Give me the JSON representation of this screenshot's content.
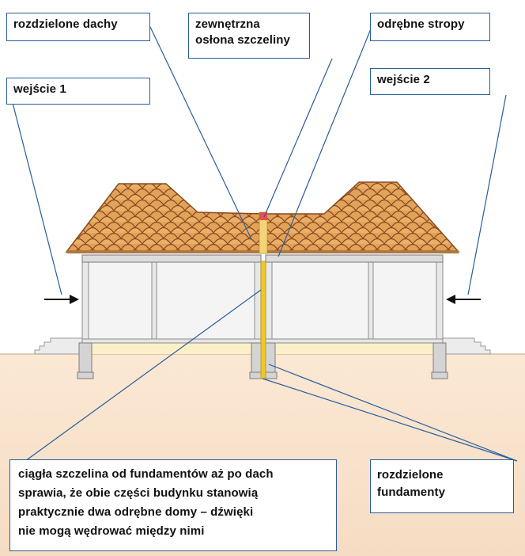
{
  "labels": {
    "separate_roofs": "rozdzielone dachy",
    "external_cover": [
      "zewnętrzna",
      "osłona szczeliny"
    ],
    "separate_ceilings": "odrębne stropy",
    "entrance_1": "wejście 1",
    "entrance_2": "wejście 2",
    "continuous_gap": [
      "ciągła szczelina od fundamentów aż po dach",
      "sprawia, że obie części budynku stanowią",
      "praktycznie dwa odrębne domy – dźwięki",
      "nie mogą wędrować między nimi"
    ],
    "separate_foundations": [
      "rozdzielone",
      "fundamenty"
    ]
  },
  "colors": {
    "roof_tile": "#e2a25a",
    "roof_outline": "#8a4a1c",
    "wall_fill": "#f4f4f4",
    "slab": "#dcdcdc",
    "ground": "#f6dcc3",
    "gap": "#f0c822",
    "leader_line": "#2a5d9c",
    "box_border": "#2a5d9c"
  }
}
